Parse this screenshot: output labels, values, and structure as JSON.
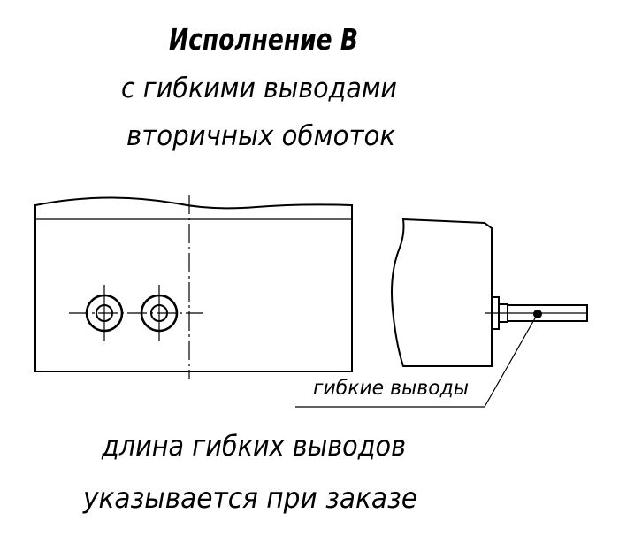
{
  "title": {
    "line1": "Исполнение В",
    "line2": "с гибкими выводами",
    "line3": "вторичных обмоток"
  },
  "leader_label": "гибкие выводы",
  "note": {
    "line1": "длина гибких выводов",
    "line2": "указывается при заказе"
  }
}
